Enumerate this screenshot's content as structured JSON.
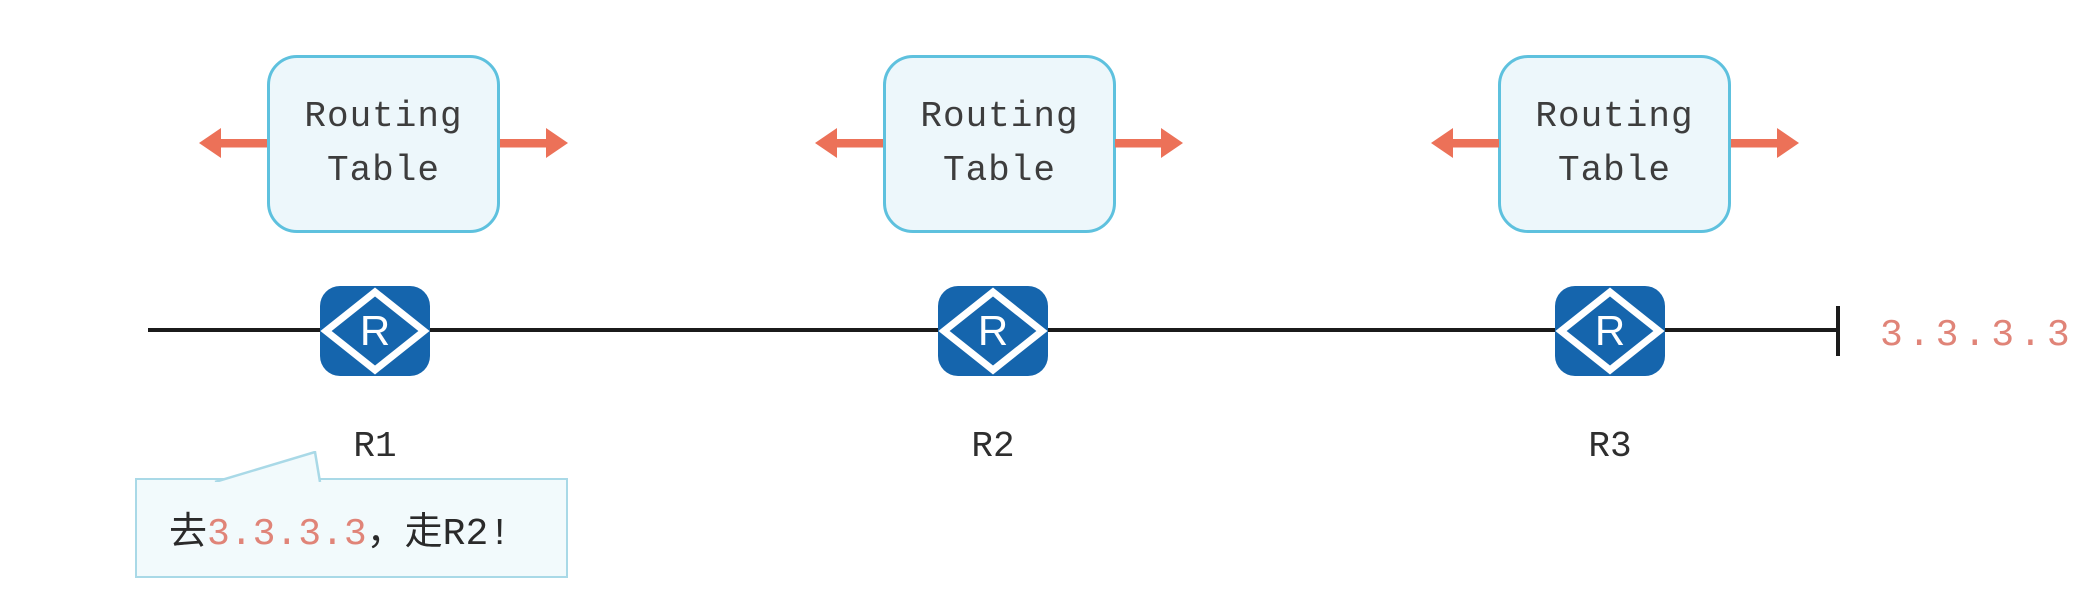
{
  "diagram_title": "route-advertisement-diagram",
  "routers": [
    {
      "id": "R1",
      "label": "R1",
      "routing_table_label": "Routing\nTable"
    },
    {
      "id": "R2",
      "label": "R2",
      "routing_table_label": "Routing\nTable"
    },
    {
      "id": "R3",
      "label": "R3",
      "routing_table_label": "Routing\nTable"
    }
  ],
  "router_icon_letter": "R",
  "destination_label": "3.3.3.3",
  "callout": {
    "prefix": "去",
    "ip": "3.3.3.3",
    "suffix": "，走R2!"
  },
  "colors": {
    "arrow_salmon": "#ec7158",
    "ip_text_salmon": "#e08478",
    "router_blue": "#1565ad",
    "box_border_blue": "#5ec1de",
    "box_fill": "#edf7fb",
    "bubble_border": "#a9d9e7",
    "bubble_fill": "#f2fafc",
    "link_line": "#1b1b1b",
    "text_dark": "#2e2e2e"
  }
}
